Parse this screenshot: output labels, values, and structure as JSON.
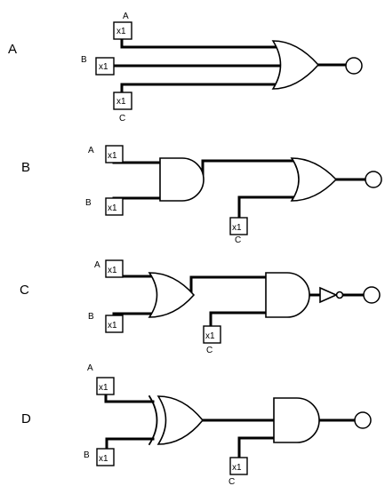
{
  "circuits": [
    {
      "option": "A",
      "in_a": "A",
      "in_b": "B",
      "in_c": "C",
      "switch_a": "x1",
      "switch_b": "x1",
      "switch_c": "x1"
    },
    {
      "option": "B",
      "in_a": "A",
      "in_b": "B",
      "in_c": "C",
      "switch_a": "x1",
      "switch_b": "x1",
      "switch_c": "x1"
    },
    {
      "option": "C",
      "in_a": "A",
      "in_b": "B",
      "in_c": "C",
      "switch_a": "x1",
      "switch_b": "x1",
      "switch_c": "x1"
    },
    {
      "option": "D",
      "in_a": "A",
      "in_b": "B",
      "in_c": "C",
      "switch_a": "x1",
      "switch_b": "x1",
      "switch_c": "x1"
    }
  ]
}
